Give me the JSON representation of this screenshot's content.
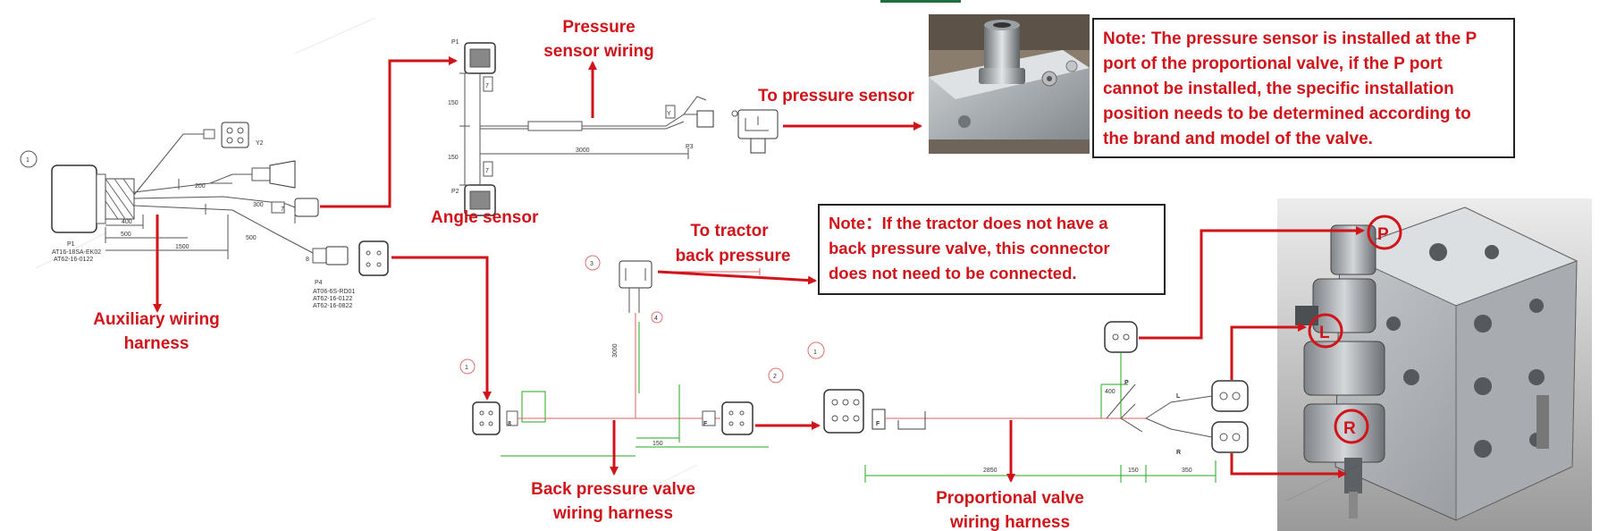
{
  "labels": {
    "pressure_wiring": [
      "Pressure",
      "sensor wiring"
    ],
    "to_pressure_sensor": "To pressure sensor",
    "angle_sensor": "Angle sensor",
    "auxiliary": [
      "Auxiliary wiring",
      "harness"
    ],
    "to_tractor": [
      "To tractor",
      "back pressure"
    ],
    "back_pressure": [
      "Back pressure valve",
      "wiring harness"
    ],
    "proportional": [
      "Proportional valve",
      "wiring harness"
    ]
  },
  "notes": {
    "pressure": [
      "Note: The pressure sensor is installed at the P",
      "port of the proportional valve, if the P port",
      "cannot be installed, the specific installation",
      "position needs to be determined according to",
      "the brand and model of the valve."
    ],
    "tractor": [
      "Note：If the tractor does not have a",
      "back pressure valve, this connector",
      "does not need to be connected."
    ]
  },
  "drawing_text": {
    "p1_code": "P1",
    "p1_part1": "AT16-18SA-EK02",
    "p1_part2": "AT62-16-0122",
    "p4_code": "P4",
    "p4_part1": "AT06-6S-RD01",
    "p4_part2": "AT62-16-0122",
    "p4_part3": "AT62-16-0822",
    "p2_code": "P2",
    "p3_code": "P3",
    "y2": "Y2",
    "dim_400": "400",
    "dim_500": "500",
    "dim_1500": "1500",
    "dim_300": "300",
    "dim_200": "200",
    "dim_500b": "500",
    "dim_150a": "150",
    "dim_150b": "150",
    "dim_3000": "3000",
    "dim_3000v": "3000",
    "dim_150c": "150",
    "dim_400v": "400",
    "dim_2850": "2850",
    "dim_150d": "150",
    "dim_350": "350",
    "conn_7a": "7",
    "conn_7b": "7",
    "conn_7c": "7",
    "conn_8a": "8",
    "conn_8b": "8",
    "conn_y": "Y",
    "conn_f1": "F",
    "conn_f2": "F",
    "conn_p": "P",
    "conn_l": "L",
    "conn_r": "R",
    "circle_1a": "1",
    "circle_1b": "1",
    "circle_1c": "1",
    "circle_2": "2",
    "circle_3": "3",
    "circle_4": "4",
    "valve_p": "P",
    "valve_l": "L",
    "valve_r": "R"
  },
  "colors": {
    "accent_red": "#d0141a",
    "drawing_gray": "#555555",
    "dimension_green": "#22aa22",
    "bar_green": "#1f6f3d"
  }
}
